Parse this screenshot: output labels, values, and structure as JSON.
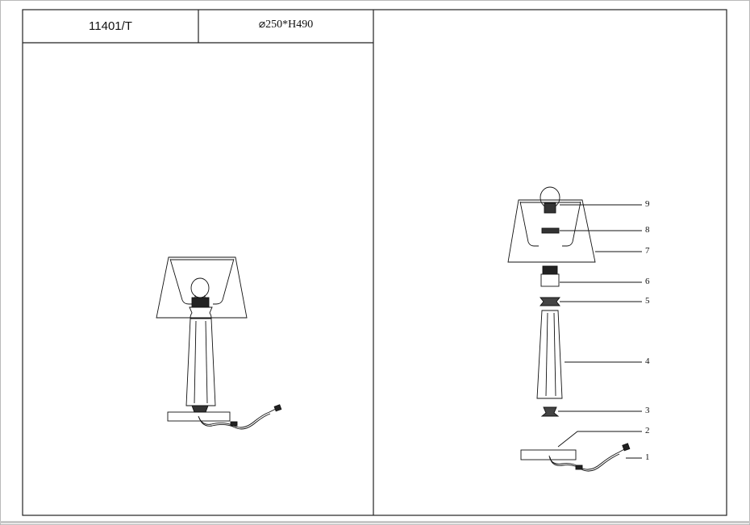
{
  "title_block": {
    "model_code": "11401/T",
    "dimensions": "⌀250*H490"
  },
  "parts_callouts": [
    {
      "number": "9",
      "part": "bulb-icon"
    },
    {
      "number": "8",
      "part": "shade-ring-icon"
    },
    {
      "number": "7",
      "part": "lampshade-icon"
    },
    {
      "number": "6",
      "part": "socket-icon"
    },
    {
      "number": "5",
      "part": "upper-collar-icon"
    },
    {
      "number": "4",
      "part": "lamp-body-icon"
    },
    {
      "number": "3",
      "part": "lower-collar-icon"
    },
    {
      "number": "2",
      "part": "base-plate-icon"
    },
    {
      "number": "1",
      "part": "power-cord-icon"
    }
  ],
  "colors": {
    "line": "#111111",
    "frame": "#222222",
    "page_border": "#b9b9b9"
  }
}
